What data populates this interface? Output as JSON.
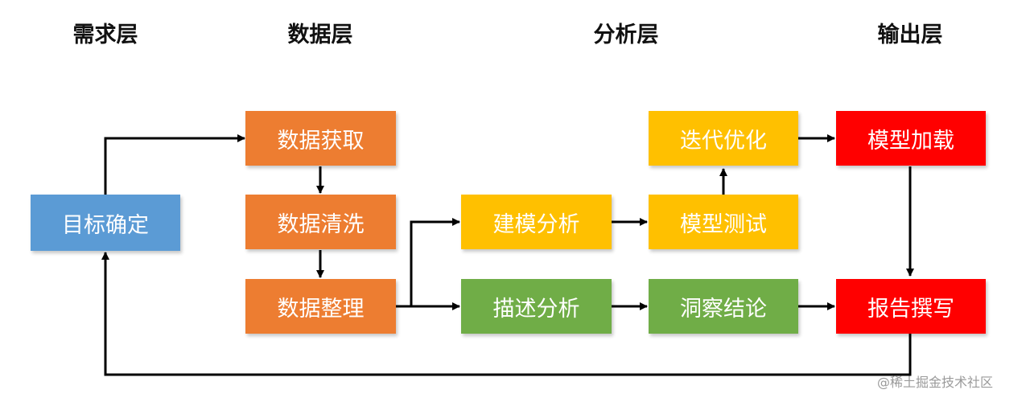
{
  "layers": {
    "demand": "需求层",
    "data": "数据层",
    "analysis": "分析层",
    "output": "输出层"
  },
  "nodes": {
    "goal": "目标确定",
    "acquire": "数据获取",
    "clean": "数据清洗",
    "organize": "数据整理",
    "model_analysis": "建模分析",
    "descriptive": "描述分析",
    "iterate": "迭代优化",
    "model_test": "模型测试",
    "insight": "洞察结论",
    "model_load": "模型加载",
    "report": "报告撰写"
  },
  "colors": {
    "blue": "#5b9bd5",
    "orange": "#ed7d31",
    "yellow": "#ffc000",
    "green": "#70ad47",
    "red": "#ff0000",
    "arrow": "#000000"
  },
  "watermark": "@稀土掘金技术社区"
}
